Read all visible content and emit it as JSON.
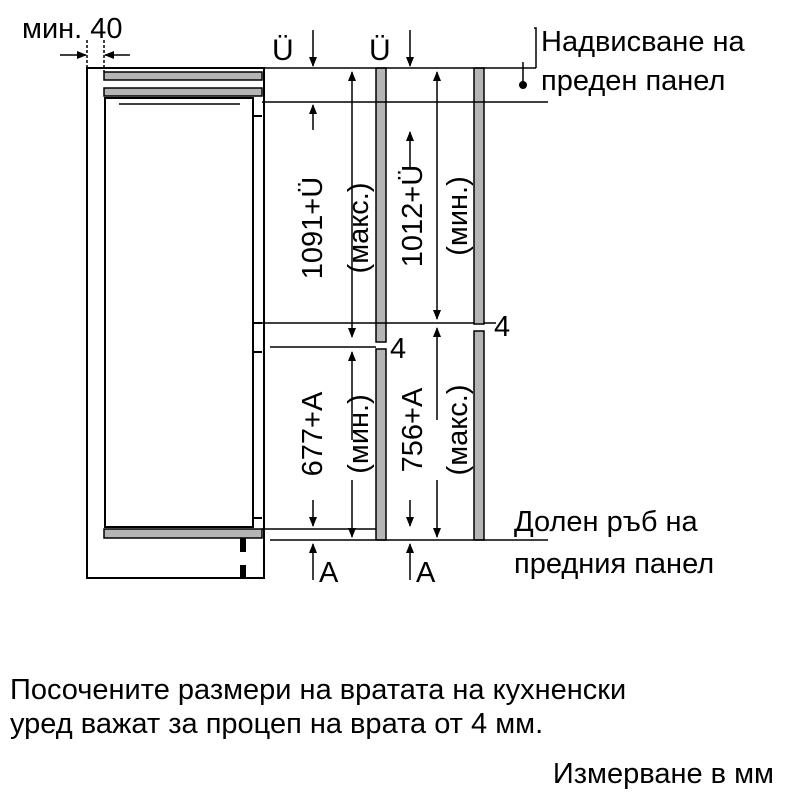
{
  "labels": {
    "min_gap": "мин. 40",
    "overhang_top_left": "Ü",
    "overhang_top_right": "Ü",
    "front_panel_overhang_line1": "Надвисване на",
    "front_panel_overhang_line2": "преден панел",
    "dim_upper_left": "1091+Ü",
    "dim_upper_left_note": "(макс.)",
    "dim_upper_right": "1012+Ü",
    "dim_upper_right_note": "(мин.)",
    "gap_right": "4",
    "gap_center": "4",
    "dim_lower_left": "677+A",
    "dim_lower_left_note": "(мин.)",
    "dim_lower_right": "756+A",
    "dim_lower_right_note": "(макс.)",
    "bottom_edge_line1": "Долен ръб на",
    "bottom_edge_line2": "предния панел",
    "a_left": "A",
    "a_right": "A"
  },
  "notes": {
    "line1": "Посочените размери на вратата на кухненски",
    "line2": "уред важат за процеп на врата от 4 мм.",
    "units": "Измерване в мм"
  }
}
